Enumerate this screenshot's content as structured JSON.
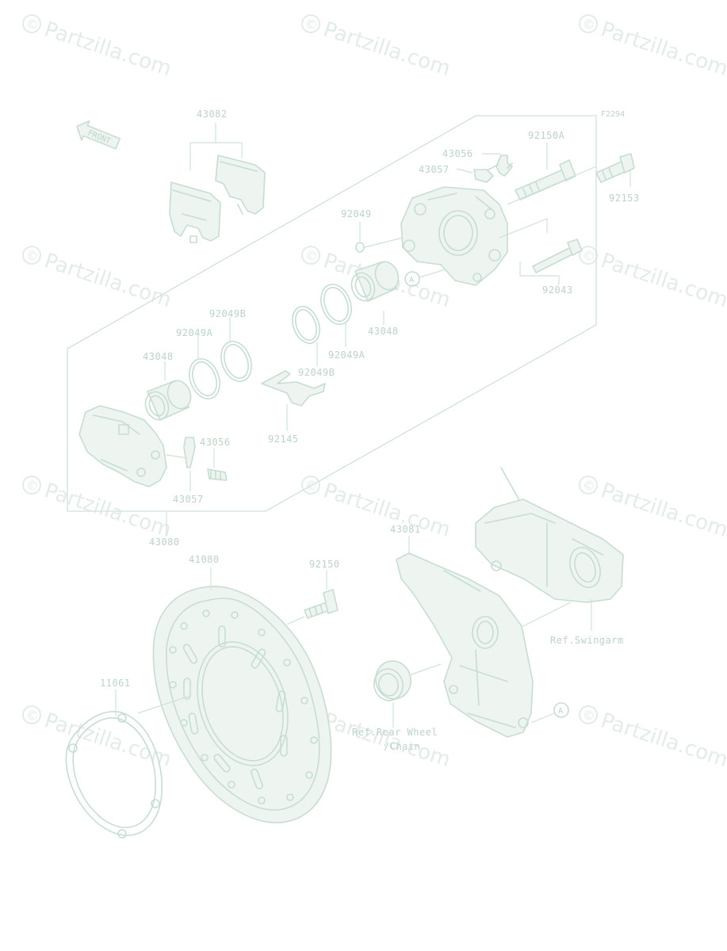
{
  "watermark": {
    "text": "Partzilla.com",
    "symbol": "©"
  },
  "figure_code": "F2294",
  "front_arrow_label": "FRONT",
  "callout_letter": "A",
  "labels": {
    "pads": "43082",
    "bleeder_upper": "43056",
    "cap_upper": "43057",
    "slide_bolt_a": "92150A",
    "bolt_right": "92153",
    "washer": "92049",
    "pin": "92043",
    "piston_upper": "43048",
    "seal_a_upper": "92049A",
    "seal_b_upper": "92049B",
    "seal_b_left": "92049B",
    "seal_a_left": "92049A",
    "piston_left": "43048",
    "spring": "92145",
    "bleeder_lower": "43056",
    "cap_lower": "43057",
    "caliper_assy": "43080",
    "bracket": "43081",
    "disc": "41080",
    "disc_bolt": "92150",
    "gasket": "11061",
    "ref_swingarm": "Ref.Swingarm",
    "ref_rear_wheel_line1": "Ref.Rear Wheel",
    "ref_rear_wheel_line2": "/Chain"
  }
}
